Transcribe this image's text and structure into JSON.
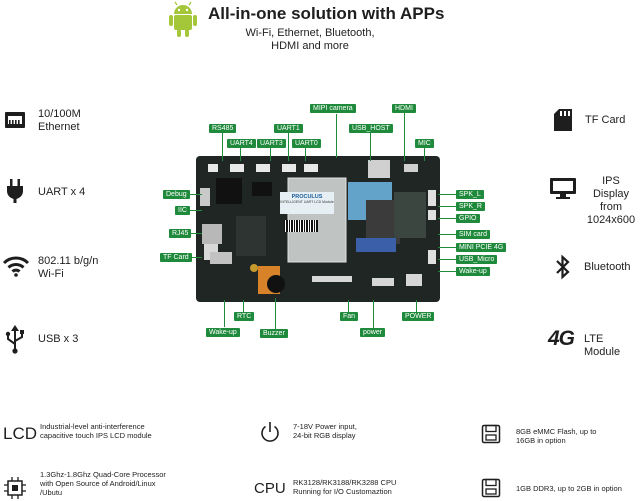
{
  "header": {
    "title": "All-in-one solution with APPs",
    "subtitle_line1": "Wi-Fi, Ethernet, Bluetooth,",
    "subtitle_line2": "HDMI and more"
  },
  "left_features": [
    {
      "icon": "ethernet-icon",
      "line1": "10/100M",
      "line2": "Ethernet"
    },
    {
      "icon": "plug-icon",
      "line1": "UART x 4",
      "line2": ""
    },
    {
      "icon": "wifi-icon",
      "line1": "802.11 b/g/n",
      "line2": "Wi-Fi"
    },
    {
      "icon": "usb-icon",
      "line1": "USB x 3",
      "line2": ""
    }
  ],
  "right_features": [
    {
      "icon": "sd-card-icon",
      "line1": "TF Card",
      "line2": "",
      "line3": ""
    },
    {
      "icon": "display-icon",
      "line1": "IPS Display",
      "line2": "from",
      "line3": "1024x600"
    },
    {
      "icon": "bluetooth-icon",
      "line1": "Bluetooth",
      "line2": "",
      "line3": ""
    },
    {
      "icon": "4g-icon",
      "line1": "LTE Module",
      "line2": "",
      "line3": ""
    }
  ],
  "board_labels": {
    "mipi_camera": "MIPI camera",
    "hdmi": "HDMI",
    "rs485": "RS485",
    "uart1": "UART1",
    "usb_host": "USB_HOST",
    "uart4": "UART4",
    "uart3": "UART3",
    "uart0": "UART0",
    "mic": "MIC",
    "debug": "Debug",
    "iic": "IIC",
    "rj45": "RJ45",
    "tf_card": "TF Card",
    "spk_l": "SPK_L",
    "spk_r": "SPK_R",
    "gpio": "GPIO",
    "sim_card": "SIM card",
    "mini_pcie": "MINI PCIE 4G",
    "usb_micro": "USB_Micro",
    "wake_up_r": "Wake-up",
    "rtc": "RTC",
    "fan": "Fan",
    "power": "POWER",
    "wake_up_l": "Wake-up",
    "buzzer": "Buzzer",
    "power_lower": "power",
    "module_brand": "PROCULUS",
    "module_sub": "INTELLIGENT UART LCD Module"
  },
  "bottom_specs": [
    {
      "icon": "LCD",
      "text1": "Industrial-level anti-interference",
      "text2": "capacitive touch IPS LCD module"
    },
    {
      "icon": "power-icon",
      "text1": "7-18V Power input,",
      "text2": "24-bit RGB display"
    },
    {
      "icon": "storage-icon",
      "text1": "8GB eMMC Flash, up to",
      "text2": "16GB in option"
    },
    {
      "icon": "chip-icon",
      "text1": "1.3Ghz-1.8Ghz Quad-Core Processor",
      "text2": "with Open Source of Android/Linux",
      "text3": "/Ubutu"
    },
    {
      "icon": "CPU",
      "text1": "RK3128/RK3188/RK3288 CPU",
      "text2": "Running for I/O Customaztion"
    },
    {
      "icon": "memory-icon",
      "text1": "1GB DDR3, up to 2GB in option",
      "text2": ""
    }
  ],
  "colors": {
    "accent": "#1f8a3b",
    "android": "#a4c639",
    "board": "#1f2624"
  }
}
